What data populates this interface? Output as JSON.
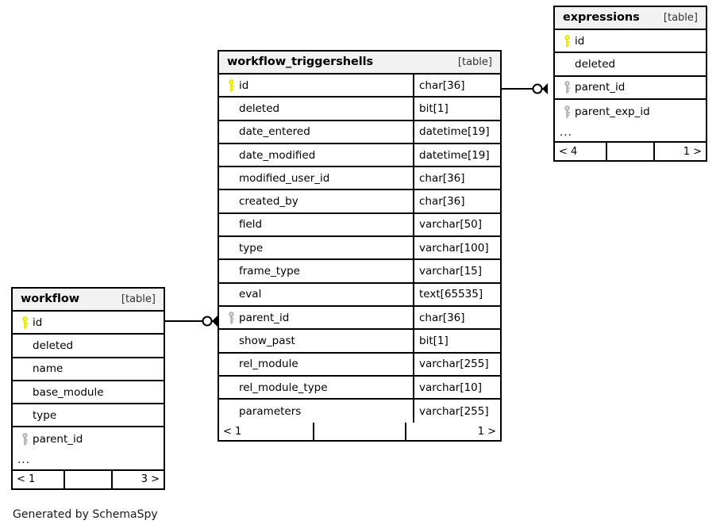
{
  "diagram": {
    "caption": "Generated by SchemaSpy",
    "kind_label": "[table]",
    "ellipsis": "..."
  },
  "tables": {
    "workflow": {
      "name": "workflow",
      "kind": "[table]",
      "columns": [
        {
          "name": "id",
          "key": "primary"
        },
        {
          "name": "deleted",
          "key": "none"
        },
        {
          "name": "name",
          "key": "none"
        },
        {
          "name": "base_module",
          "key": "none"
        },
        {
          "name": "type",
          "key": "none"
        },
        {
          "name": "parent_id",
          "key": "foreign"
        }
      ],
      "has_ellipsis": true,
      "footer": {
        "left": "< 1",
        "middle": "",
        "right": "3 >"
      }
    },
    "workflow_triggershells": {
      "name": "workflow_triggershells",
      "kind": "[table]",
      "columns": [
        {
          "name": "id",
          "type": "char[36]",
          "key": "primary"
        },
        {
          "name": "deleted",
          "type": "bit[1]",
          "key": "none"
        },
        {
          "name": "date_entered",
          "type": "datetime[19]",
          "key": "none"
        },
        {
          "name": "date_modified",
          "type": "datetime[19]",
          "key": "none"
        },
        {
          "name": "modified_user_id",
          "type": "char[36]",
          "key": "none"
        },
        {
          "name": "created_by",
          "type": "char[36]",
          "key": "none"
        },
        {
          "name": "field",
          "type": "varchar[50]",
          "key": "none"
        },
        {
          "name": "type",
          "type": "varchar[100]",
          "key": "none"
        },
        {
          "name": "frame_type",
          "type": "varchar[15]",
          "key": "none"
        },
        {
          "name": "eval",
          "type": "text[65535]",
          "key": "none"
        },
        {
          "name": "parent_id",
          "type": "char[36]",
          "key": "foreign"
        },
        {
          "name": "show_past",
          "type": "bit[1]",
          "key": "none"
        },
        {
          "name": "rel_module",
          "type": "varchar[255]",
          "key": "none"
        },
        {
          "name": "rel_module_type",
          "type": "varchar[10]",
          "key": "none"
        },
        {
          "name": "parameters",
          "type": "varchar[255]",
          "key": "none"
        }
      ],
      "has_ellipsis": false,
      "footer": {
        "left": "< 1",
        "middle": "",
        "right": "1 >"
      }
    },
    "expressions": {
      "name": "expressions",
      "kind": "[table]",
      "columns": [
        {
          "name": "id",
          "key": "primary"
        },
        {
          "name": "deleted",
          "key": "none"
        },
        {
          "name": "parent_id",
          "key": "foreign"
        },
        {
          "name": "parent_exp_id",
          "key": "foreign"
        }
      ],
      "has_ellipsis": true,
      "footer": {
        "left": "< 4",
        "middle": "",
        "right": "1 >"
      }
    }
  },
  "relationships": [
    {
      "from": "workflow.id",
      "to": "workflow_triggershells.parent_id",
      "cardinality": "zero-or-many"
    },
    {
      "from": "workflow_triggershells.id",
      "to": "expressions.parent_id",
      "cardinality": "zero-or-many"
    }
  ],
  "colors": {
    "primary_key": "#e8e800",
    "foreign_key": "#b3b3b3",
    "header_bg": "#f2f2f2",
    "border": "#000000"
  }
}
